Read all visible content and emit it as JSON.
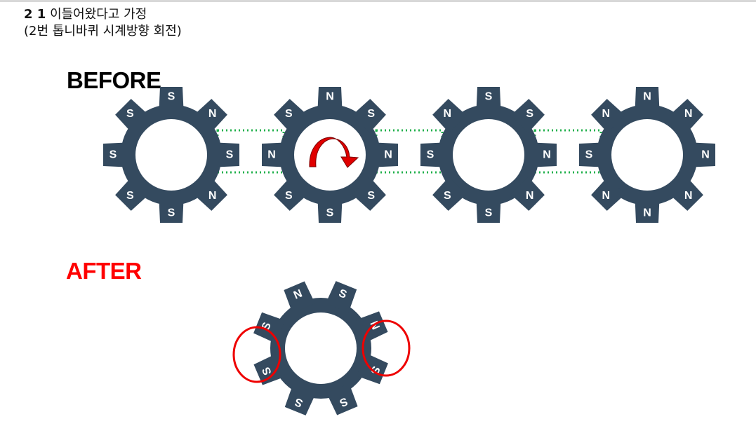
{
  "header": {
    "num": "2 1",
    "line1": "이들어왔다고 가정",
    "line2": "(2번 톱니바퀴 시계방향 회전)"
  },
  "before_label": "BEFORE",
  "after_label": "AFTER",
  "colors": {
    "gear": "#344a5f",
    "connector": "#22b14c",
    "arrow": "#e00000",
    "highlight": "#ee0000"
  },
  "before_gears": [
    {
      "name": "gear-1",
      "teeth": [
        "S",
        "N",
        "S",
        "N",
        "S",
        "S",
        "S",
        "S"
      ]
    },
    {
      "name": "gear-2",
      "teeth": [
        "N",
        "S",
        "N",
        "S",
        "S",
        "S",
        "N",
        "S"
      ]
    },
    {
      "name": "gear-3",
      "teeth": [
        "S",
        "S",
        "N",
        "N",
        "S",
        "S",
        "S",
        "N"
      ]
    },
    {
      "name": "gear-4",
      "teeth": [
        "N",
        "N",
        "N",
        "N",
        "N",
        "N",
        "S",
        "N"
      ]
    }
  ],
  "after_gear": {
    "teeth": [
      "S",
      "N",
      "S",
      "S",
      "S",
      "S",
      "S",
      "N"
    ]
  }
}
